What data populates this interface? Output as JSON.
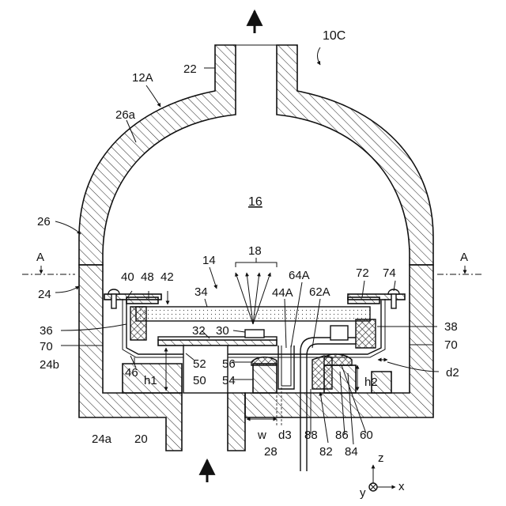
{
  "labels": {
    "device": "10C",
    "housing": "12A",
    "outlet": "22",
    "dome": "26a",
    "dome_part": "26",
    "chamber": "16",
    "light": "18",
    "module": "14",
    "section_left": "A",
    "section_right": "A",
    "base": "24",
    "base_side": "24b",
    "base_bottom": "24a",
    "inlet": "20",
    "screw_left": "40",
    "plate_left": "48",
    "frame_left": "42",
    "window": "34",
    "cover": "64A",
    "seal_inner": "44A",
    "seal_right": "62A",
    "plate_right": "72",
    "screw_right": "74",
    "holder_left": "36",
    "holder_right": "38",
    "gap_left": "70",
    "gap_right": "70",
    "board": "32",
    "emitter": "30",
    "heatsink_top": "52",
    "clip": "56",
    "height1": "h1",
    "height2": "h2",
    "leg_left": "46",
    "stem": "50",
    "block": "54",
    "dist2": "d2",
    "dist3": "d3",
    "width": "w",
    "cable": "28",
    "part88": "88",
    "part82": "82",
    "part86": "86",
    "part84": "84",
    "part60": "60",
    "axis_z": "z",
    "axis_x": "x",
    "axis_y": "y"
  }
}
